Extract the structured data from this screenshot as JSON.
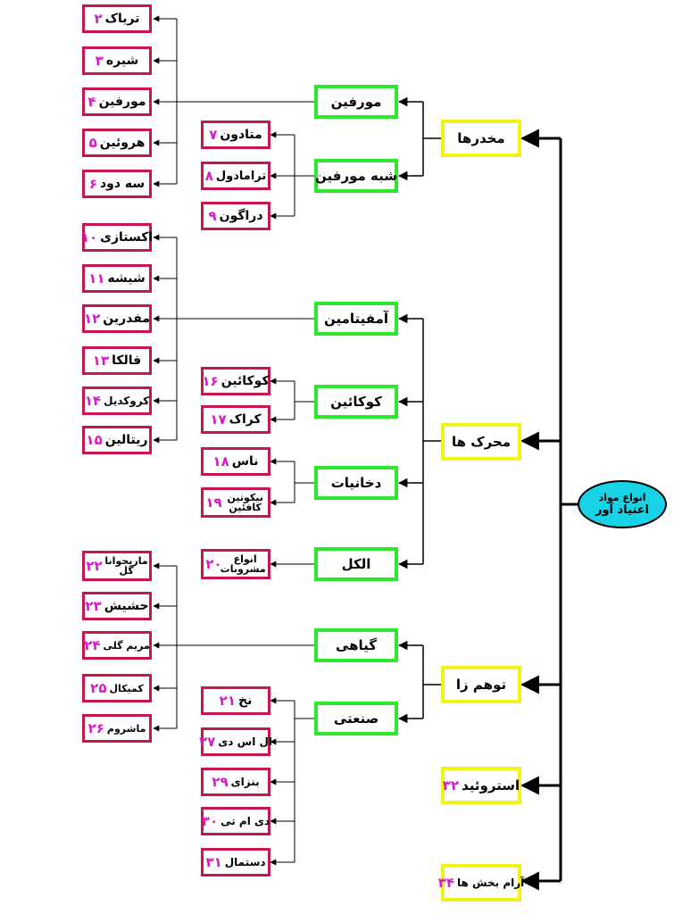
{
  "root": {
    "line1": "انواع مواد",
    "line2": "اعتیاد آور"
  },
  "categories": [
    {
      "label": "مخدرها"
    },
    {
      "label": "محرک ها"
    },
    {
      "label": "توهم زا"
    },
    {
      "label": "استروئید",
      "num": "۳۲"
    },
    {
      "label": "آرام بخش ها",
      "num": "۳۴"
    }
  ],
  "subcategories": [
    {
      "label": "مورفین"
    },
    {
      "label": "شبه مورفین"
    },
    {
      "label": "آمفیتامین"
    },
    {
      "label": "کوکائین"
    },
    {
      "label": "دخانیات"
    },
    {
      "label": "الکل"
    },
    {
      "label": "گیاهی"
    },
    {
      "label": "صنعتی"
    }
  ],
  "items": [
    {
      "label": "تریاک",
      "num": "۲"
    },
    {
      "label": "شیره",
      "num": "۳"
    },
    {
      "label": "مورفین",
      "num": "۴"
    },
    {
      "label": "هروئین",
      "num": "۵"
    },
    {
      "label": "سه دود",
      "num": "۶"
    },
    {
      "label": "متادون",
      "num": "۷"
    },
    {
      "label": "ترامادول",
      "num": "۸"
    },
    {
      "label": "دراگون",
      "num": "۹"
    },
    {
      "label": "اکستازی",
      "num": "۱۰"
    },
    {
      "label": "شیشه",
      "num": "۱۱"
    },
    {
      "label": "مفدرین",
      "num": "۱۲"
    },
    {
      "label": "فالکا",
      "num": "۱۳"
    },
    {
      "label": "کروکدیل",
      "num": "۱۴"
    },
    {
      "label": "ریتالین",
      "num": "۱۵"
    },
    {
      "label": "کوکائین",
      "num": "۱۶"
    },
    {
      "label": "کراک",
      "num": "۱۷"
    },
    {
      "label": "ناس",
      "num": "۱۸"
    },
    {
      "label": "نیکوتین کافئین",
      "num": "۱۹"
    },
    {
      "label": "انواع مشروبات",
      "num": "۲۰"
    },
    {
      "label": "ماریجوانا گل",
      "num": "۲۲"
    },
    {
      "label": "حشیش",
      "num": "۲۳"
    },
    {
      "label": "مریم گلی",
      "num": "۲۴"
    },
    {
      "label": "کمیکال",
      "num": "۲۵"
    },
    {
      "label": "ماشروم",
      "num": "۲۶"
    },
    {
      "label": "نخ",
      "num": "۲۱"
    },
    {
      "label": "ال اس دی",
      "num": "۲۷"
    },
    {
      "label": "بنزای",
      "num": "۲۹"
    },
    {
      "label": "دی ام تی",
      "num": "۳۰"
    },
    {
      "label": "دستمال",
      "num": "۳۱"
    }
  ]
}
